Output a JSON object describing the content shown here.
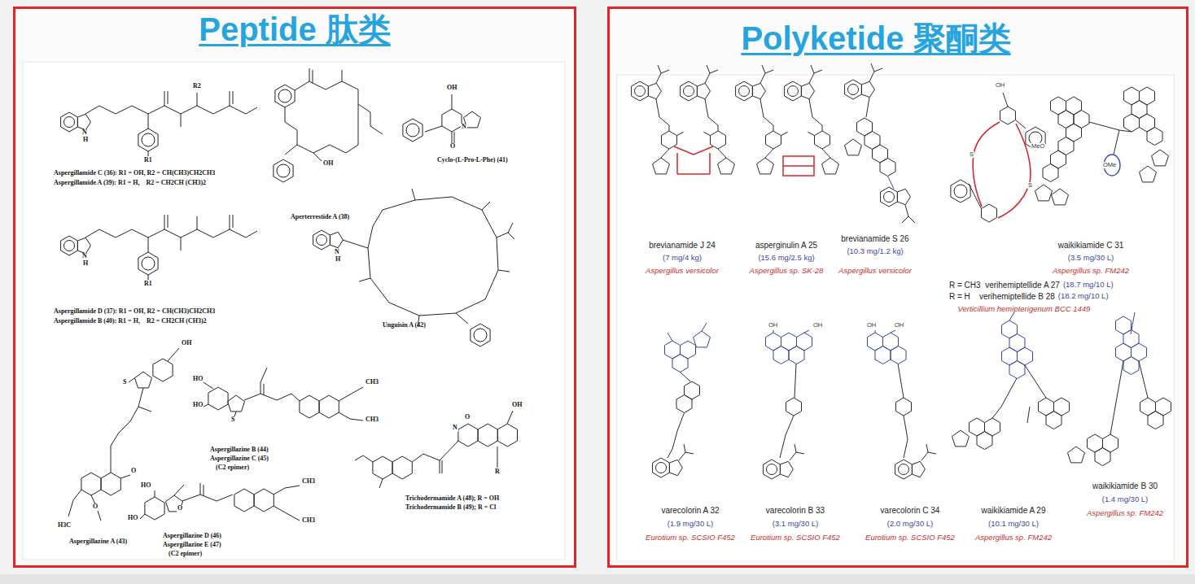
{
  "diagram": {
    "nodes": [
      {
        "text": [
          "Peptide 肽类"
        ]
      },
      {
        "text": [
          "Polyketide 聚酮类"
        ]
      }
    ],
    "labels": [
      "Aspergillamide C (36): R1 = OH, R2 = CH(CH3)CH2CH3",
      "Aspergillamide A (39): R1 = H,    R2 = CH2CH (CH3)2",
      "Aperterrestide A (38)",
      "Cyclo-(L-Pro-L-Phe) (41)",
      "Aspergillamide D (37): R1 = OH, R2 = CH(CH3)CH2CH3",
      "Aspergillamide B (40): R1 = H,    R2 = CH2CH (CH3)2",
      "Unguisin A (42)",
      "Aspergillazine B (44)",
      "Aspergillazine C (45)",
      "(C2 epimer)",
      "Trichodermamide A (48); R = OH",
      "Trichodermamide B (49); R = Cl",
      "Aspergillazine A (43)",
      "Aspergillazine D (46)",
      "Aspergillazine E (47)",
      "(C2 epimer)",
      "brevianamide J 24",
      "(7 mg/4 kg)",
      "Aspergillus versicolor",
      "asperginulin A 25",
      "(15.6 mg/2.5 kg)",
      "Aspergillus sp. SK-28",
      "brevianamide S 26",
      "(10.3 mg/1.2 kg)",
      "Aspergillus versicolor",
      "R = CH3  verihemiptellide A 27",
      "(18.7 mg/10 L)",
      "R = H    verihemiptellide B 28",
      "(18.2 mg/10 L)",
      "Verticillium hemipterigenum BCC 1449",
      "waikikiamide C 31",
      "(3.5 mg/30 L)",
      "Aspergillus sp. FM242",
      "varecolorin A 32",
      "(1.9 mg/30 L)",
      "Eurotium sp. SCSIO F452",
      "varecolorin B 33",
      "(3.1 mg/30 L)",
      "Eurotium sp. SCSIO F452",
      "varecolorin C 34",
      "(2.0 mg/30 L)",
      "Eurotium sp. SCSIO F452",
      "waikikiamide A 29",
      "(10.1 mg/30 L)",
      "Aspergillus sp. FM242",
      "waikikiamide B 30",
      "(1.4 mg/30 L)",
      "Aspergillus sp. FM242",
      "N",
      "H",
      "R1",
      "R2",
      "N",
      "H",
      "R1",
      "OH",
      "OH",
      "N",
      "O",
      "N",
      "H",
      "OH",
      "S",
      "O",
      "O",
      "H3C",
      "HO",
      "HO",
      "S",
      "CH3",
      "CH3",
      "N",
      "O",
      "OH",
      "R",
      "HO",
      "HO",
      "O",
      "CH3",
      "CH3",
      "OH",
      "S",
      "S",
      "MeO",
      "OMe",
      "OH",
      "OH",
      "OH",
      "OH"
    ]
  }
}
